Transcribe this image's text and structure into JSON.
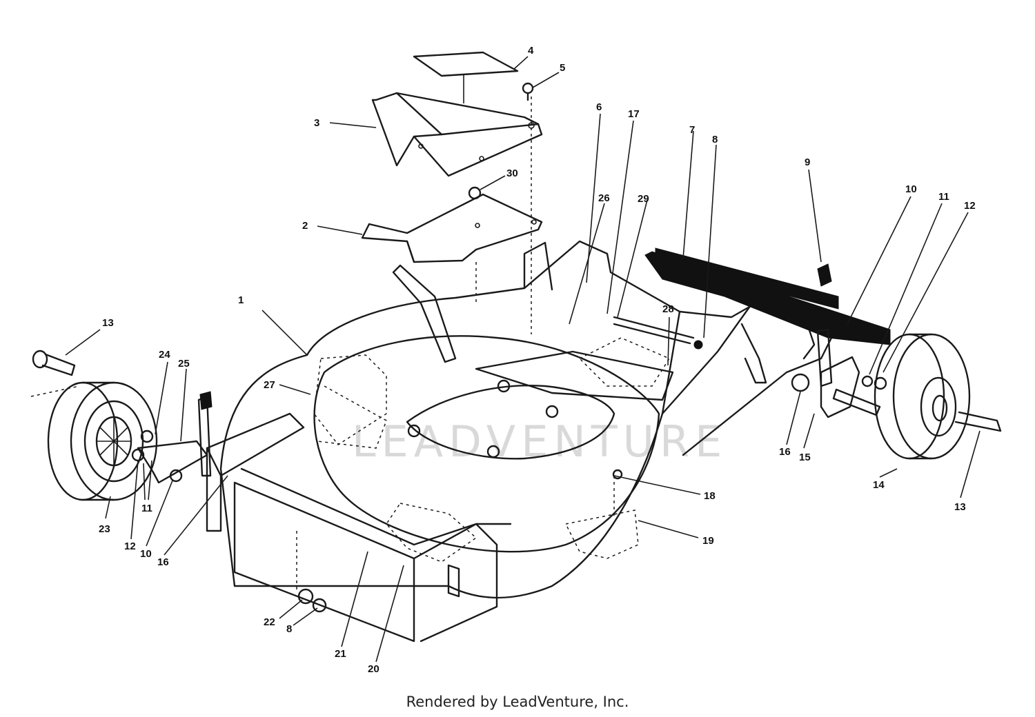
{
  "watermark": "LEADVENTURE",
  "footer": "Rendered by LeadVenture, Inc.",
  "parts": [
    {
      "ref": "1",
      "label": "1"
    },
    {
      "ref": "2",
      "label": "2"
    },
    {
      "ref": "3",
      "label": "3"
    },
    {
      "ref": "4",
      "label": "4"
    },
    {
      "ref": "5",
      "label": "5"
    },
    {
      "ref": "6",
      "label": "6"
    },
    {
      "ref": "7",
      "label": "7"
    },
    {
      "ref": "8a",
      "label": "8"
    },
    {
      "ref": "8b",
      "label": "8"
    },
    {
      "ref": "9",
      "label": "9"
    },
    {
      "ref": "10a",
      "label": "10"
    },
    {
      "ref": "10b",
      "label": "10"
    },
    {
      "ref": "11a",
      "label": "11"
    },
    {
      "ref": "11b",
      "label": "11"
    },
    {
      "ref": "12a",
      "label": "12"
    },
    {
      "ref": "12b",
      "label": "12"
    },
    {
      "ref": "13a",
      "label": "13"
    },
    {
      "ref": "13b",
      "label": "13"
    },
    {
      "ref": "14",
      "label": "14"
    },
    {
      "ref": "15",
      "label": "15"
    },
    {
      "ref": "16a",
      "label": "16"
    },
    {
      "ref": "16b",
      "label": "16"
    },
    {
      "ref": "17",
      "label": "17"
    },
    {
      "ref": "18",
      "label": "18"
    },
    {
      "ref": "19",
      "label": "19"
    },
    {
      "ref": "20",
      "label": "20"
    },
    {
      "ref": "21",
      "label": "21"
    },
    {
      "ref": "22",
      "label": "22"
    },
    {
      "ref": "23",
      "label": "23"
    },
    {
      "ref": "24",
      "label": "24"
    },
    {
      "ref": "25",
      "label": "25"
    },
    {
      "ref": "26",
      "label": "26"
    },
    {
      "ref": "27",
      "label": "27"
    },
    {
      "ref": "28",
      "label": "28"
    },
    {
      "ref": "29",
      "label": "29"
    },
    {
      "ref": "30",
      "label": "30"
    }
  ]
}
